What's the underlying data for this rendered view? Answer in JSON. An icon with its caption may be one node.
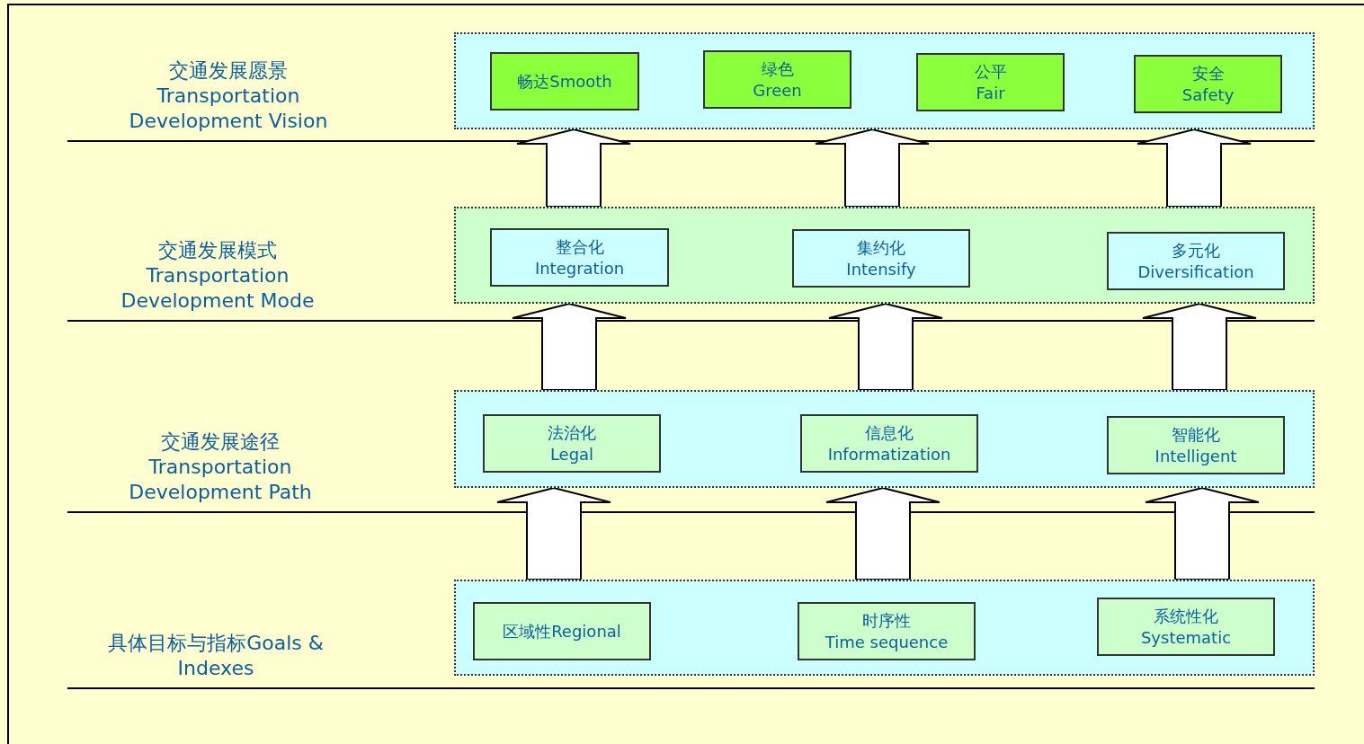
{
  "diagram": {
    "nodes": [
      {
        "text": [],
        "shape": "box"
      },
      {
        "text": [
          "畅达Smooth"
        ],
        "in": 0
      },
      {
        "text": [
          "绿色",
          "Green"
        ],
        "in": 0
      },
      {
        "text": [
          "公平",
          "Fair"
        ],
        "in": 0
      },
      {
        "text": [
          "安全",
          "Safety"
        ],
        "in": 0
      },
      {
        "text": [],
        "shape": "box"
      },
      {
        "text": [
          "整合化",
          "Integration"
        ],
        "in": 5
      },
      {
        "text": [
          "集约化",
          "Intensify"
        ],
        "in": 5
      },
      {
        "text": [
          "多元化",
          "Diversification"
        ],
        "in": 5
      },
      {
        "text": [],
        "shape": "box"
      },
      {
        "text": [
          "法治化",
          "Legal"
        ],
        "in": 9
      },
      {
        "text": [
          "信息化",
          "Informatization"
        ],
        "in": 9
      },
      {
        "text": [
          "智能化",
          "Intelligent"
        ],
        "in": 9
      },
      {
        "text": [],
        "shape": "box"
      },
      {
        "text": [
          "区域性Regional"
        ],
        "in": 13
      },
      {
        "text": [
          "时序性",
          "Time sequence"
        ],
        "in": 13
      },
      {
        "text": [
          "系统性化",
          "Systematic"
        ],
        "in": 13
      }
    ],
    "edges": [
      {
        "from": 5,
        "to": 0,
        "arrow": "to"
      },
      {
        "from": 5,
        "to": 0,
        "arrow": "to"
      },
      {
        "from": 5,
        "to": 0,
        "arrow": "to"
      },
      {
        "from": 9,
        "to": 5,
        "arrow": "to"
      },
      {
        "from": 9,
        "to": 5,
        "arrow": "to"
      },
      {
        "from": 9,
        "to": 5,
        "arrow": "to"
      },
      {
        "from": 13,
        "to": 9,
        "arrow": "to"
      },
      {
        "from": 13,
        "to": 9,
        "arrow": "to"
      },
      {
        "from": 13,
        "to": 9,
        "arrow": "to"
      }
    ],
    "labels": [
      "交通发展愿景",
      "Transportation Development Vision",
      "交通发展模式",
      "Transportation Development Mode",
      "交通发展途径",
      "Transportation Development Path",
      "具体目标与指标Goals & Indexes"
    ]
  }
}
